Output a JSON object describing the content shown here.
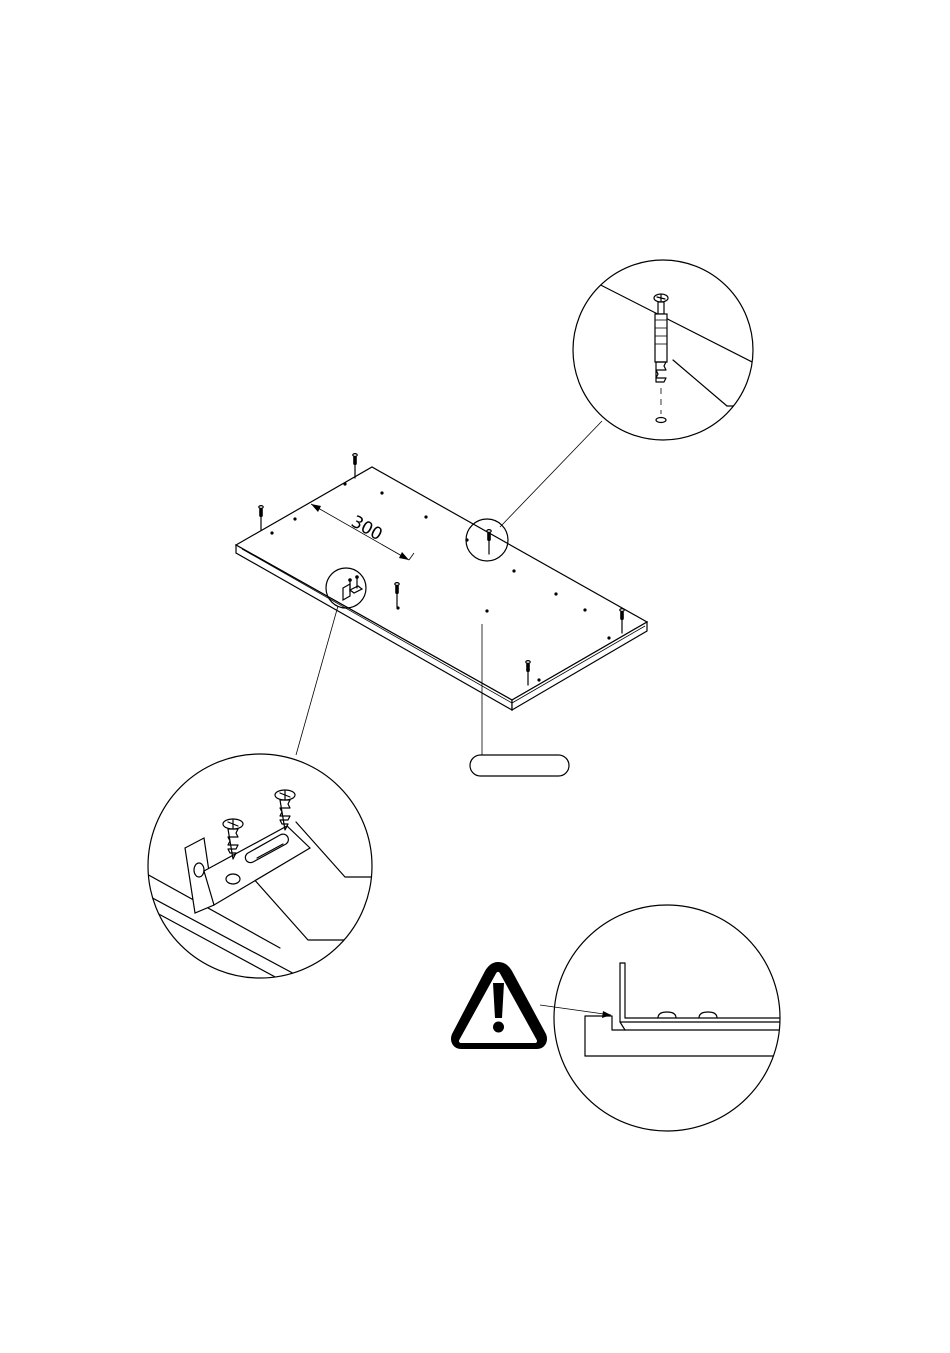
{
  "diagram": {
    "dimension": {
      "value": "300",
      "color": "#000000"
    },
    "part_label": {
      "text": ""
    },
    "warning": {
      "icon": "warning-exclamation-icon"
    },
    "details": [
      {
        "name": "cam-dowel-detail",
        "icon": "cam-dowel-icon"
      },
      {
        "name": "bracket-screw-detail",
        "icon": "angle-bracket-icon"
      },
      {
        "name": "edge-alignment-detail",
        "icon": "alignment-icon"
      }
    ],
    "colors": {
      "line": "#000000",
      "background": "#ffffff"
    }
  }
}
